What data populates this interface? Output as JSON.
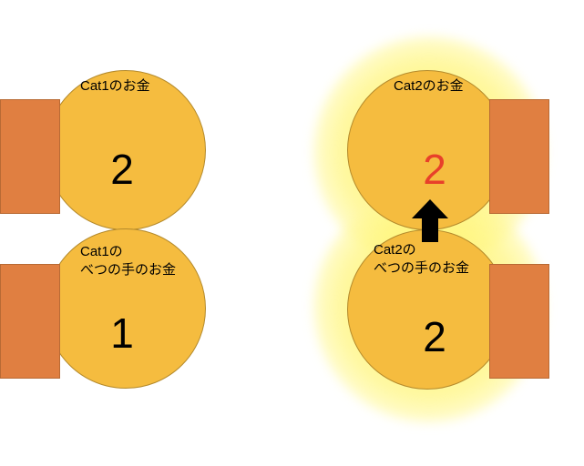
{
  "cat1": {
    "money": {
      "label": "Cat1のお金",
      "value": "2"
    },
    "other_money": {
      "label_line1": "Cat1の",
      "label_line2": "べつの手のお金",
      "value": "1"
    }
  },
  "cat2": {
    "money": {
      "label": "Cat2のお金",
      "value": "2",
      "value_color": "#E8402A"
    },
    "other_money": {
      "label_line1": "Cat2の",
      "label_line2": "べつの手のお金",
      "value": "2"
    }
  },
  "colors": {
    "coin": "#F5BC3F",
    "hand": "#E07F41",
    "glow": "#FFF27A",
    "arrow": "#000000"
  },
  "icons": {
    "transfer_arrow": "arrow-up-icon"
  }
}
